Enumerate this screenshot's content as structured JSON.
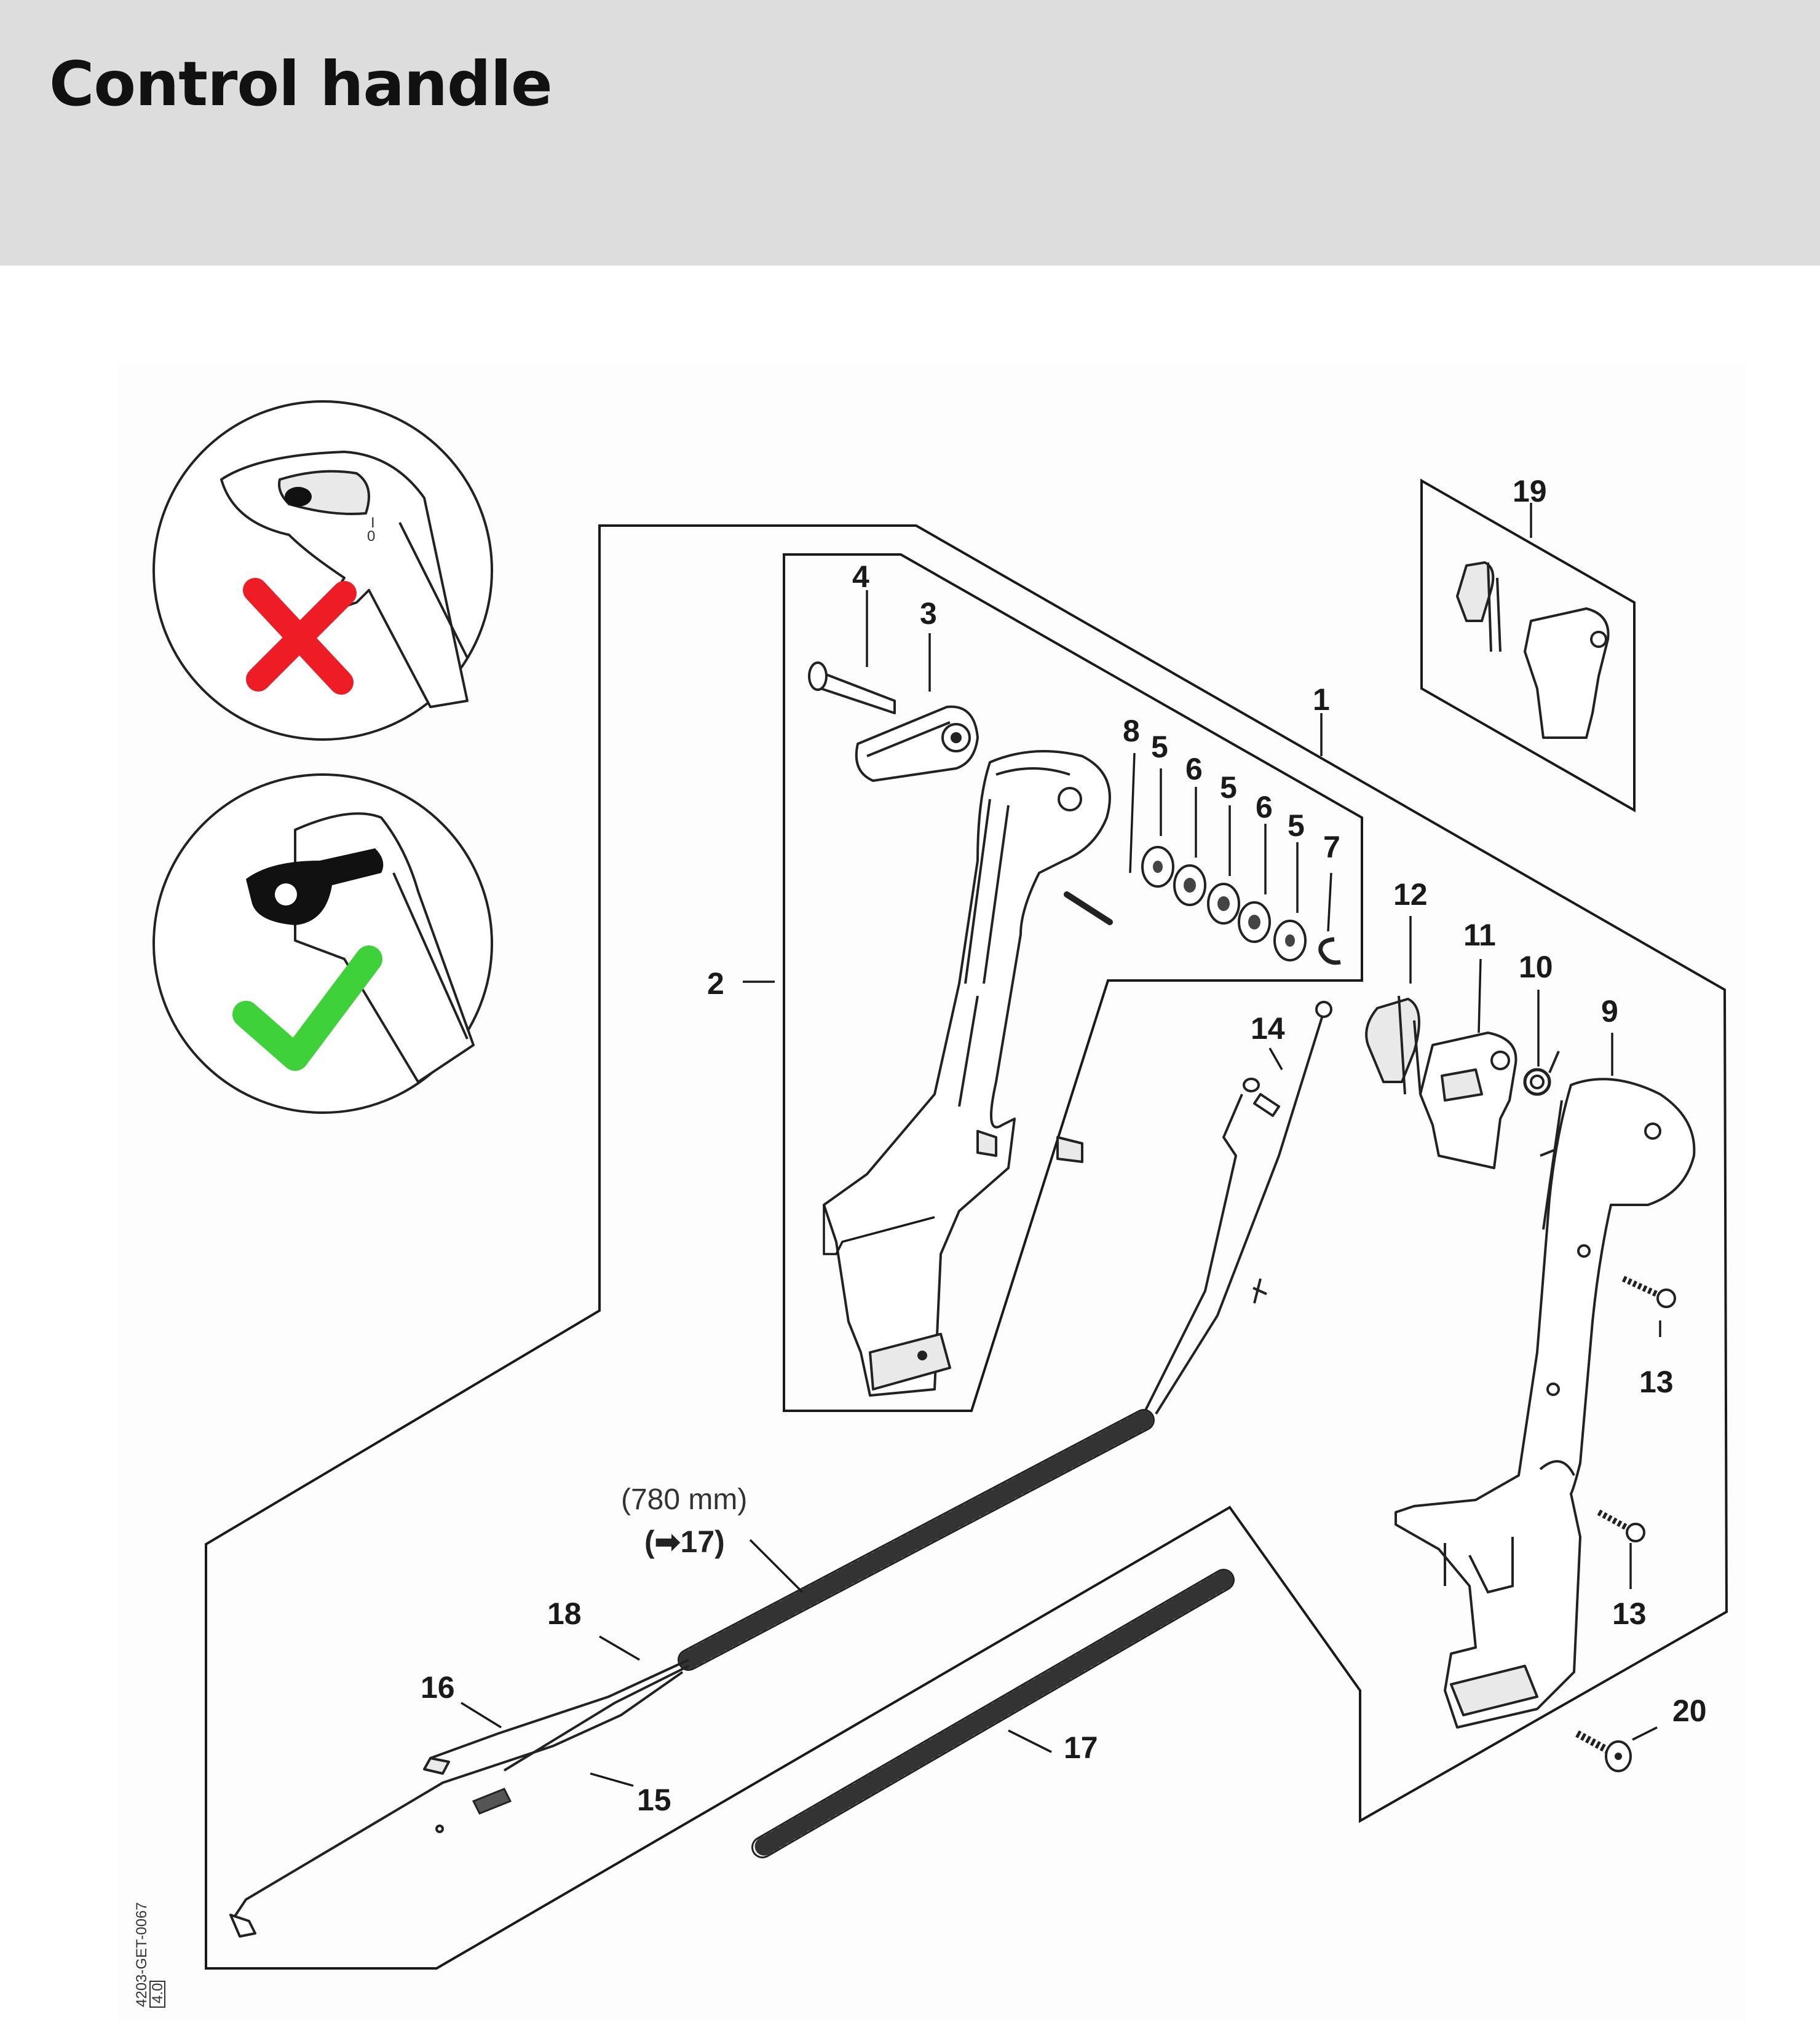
{
  "page": {
    "title": "Control handle"
  },
  "diagram": {
    "callouts": {
      "c1": "1",
      "c2": "2",
      "c3": "3",
      "c4": "4",
      "c5a": "5",
      "c5b": "5",
      "c5c": "5",
      "c6a": "6",
      "c6b": "6",
      "c7": "7",
      "c8": "8",
      "c9": "9",
      "c10": "10",
      "c11": "11",
      "c12": "12",
      "c13a": "13",
      "c13b": "13",
      "c14": "14",
      "c15": "15",
      "c16": "16",
      "c17": "17",
      "c18": "18",
      "c19": "19",
      "c20": "20"
    },
    "length_note": "(780 mm)",
    "ref_note": "(➡17)",
    "doc_id": "4203-GET-0067",
    "doc_rev": "4.0",
    "insets": {
      "wrong_mark": "cross-icon",
      "right_mark": "checkmark-icon",
      "switch_label_i": "I",
      "switch_label_o": "0",
      "wrong_color": "#ee1c24",
      "right_color": "#3fd13a"
    }
  }
}
